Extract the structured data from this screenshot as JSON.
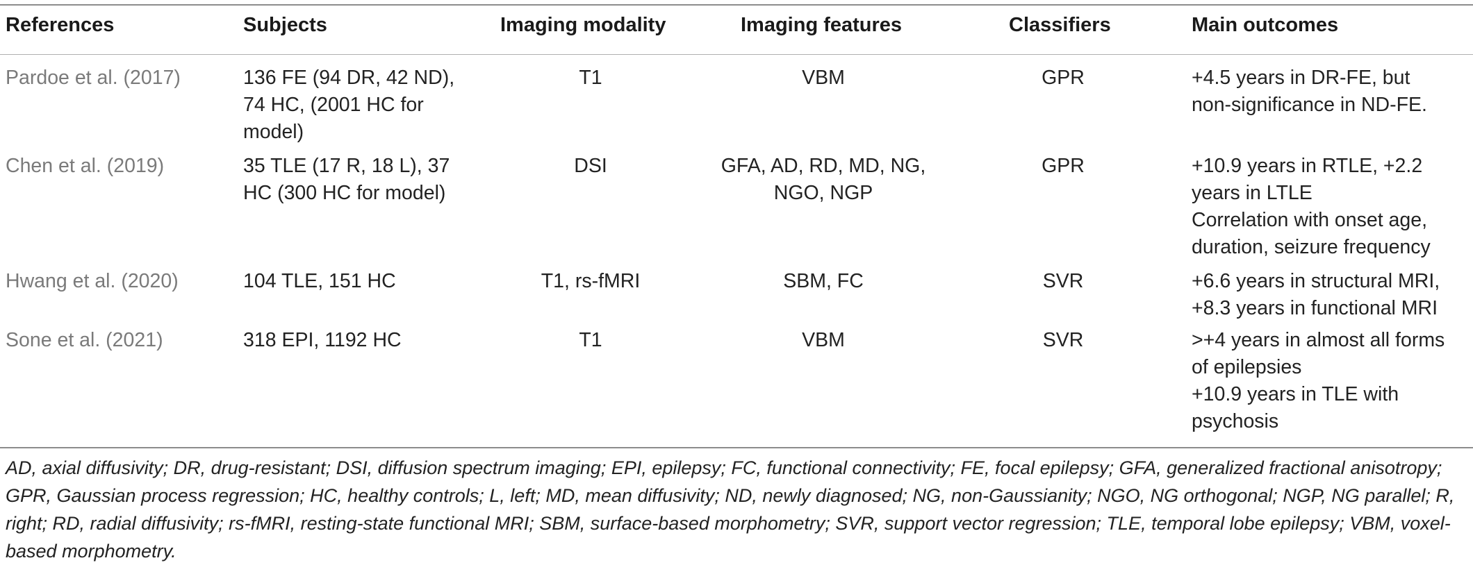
{
  "headers": {
    "references": "References",
    "subjects": "Subjects",
    "imaging_modality": "Imaging modality",
    "imaging_features": "Imaging features",
    "classifiers": "Classifiers",
    "main_outcomes": "Main outcomes"
  },
  "rows": [
    {
      "reference": "Pardoe et al. (2017)",
      "subjects": [
        "136 FE (94 DR, 42 ND),",
        "74 HC, (2001 HC for",
        "model)"
      ],
      "modality": "T1",
      "features": [
        "VBM"
      ],
      "classifier": "GPR",
      "outcomes": [
        "+4.5 years in DR-FE, but",
        "non-significance in ND-FE."
      ]
    },
    {
      "reference": "Chen et al. (2019)",
      "subjects": [
        "35 TLE (17 R, 18 L), 37",
        "HC (300 HC for model)"
      ],
      "modality": "DSI",
      "features": [
        "GFA, AD, RD, MD, NG,",
        "NGO, NGP"
      ],
      "classifier": "GPR",
      "outcomes": [
        "+10.9 years in RTLE, +2.2",
        "years in LTLE",
        "Correlation with onset age,",
        "duration, seizure frequency"
      ]
    },
    {
      "reference": "Hwang et al. (2020)",
      "subjects": [
        "104 TLE, 151 HC"
      ],
      "modality": "T1, rs-fMRI",
      "features": [
        "SBM, FC"
      ],
      "classifier": "SVR",
      "outcomes": [
        "+6.6 years in structural MRI,",
        "+8.3 years in functional MRI"
      ]
    },
    {
      "reference": "Sone et al. (2021)",
      "subjects": [
        "318 EPI, 1192 HC"
      ],
      "modality": "T1",
      "features": [
        "VBM"
      ],
      "classifier": "SVR",
      "outcomes": [
        ">+4 years in almost all forms",
        "of epilepsies",
        "+10.9 years in TLE with",
        "psychosis"
      ]
    }
  ],
  "footnote": "AD, axial diffusivity; DR, drug-resistant; DSI, diffusion spectrum imaging; EPI, epilepsy; FC, functional connectivity; FE, focal epilepsy; GFA, generalized fractional anisotropy; GPR, Gaussian process regression; HC, healthy controls; L, left; MD, mean diffusivity; ND, newly diagnosed; NG, non-Gaussianity; NGO, NG orthogonal; NGP, NG parallel; R, right; RD, radial diffusivity; rs-fMRI, resting-state functional MRI; SBM, surface-based morphometry; SVR, support vector regression; TLE, temporal lobe epilepsy; VBM, voxel-based morphometry."
}
